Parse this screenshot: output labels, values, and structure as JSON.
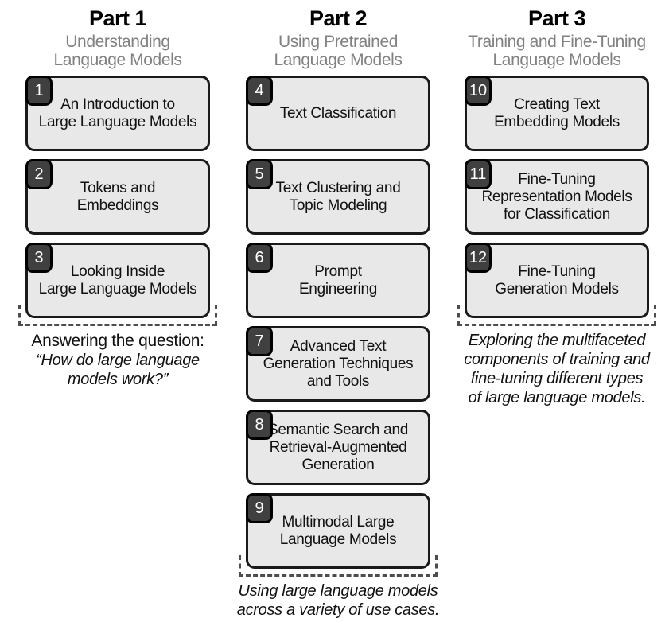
{
  "colors": {
    "background": "#ffffff",
    "box_fill": "#e8e8e8",
    "box_border": "#1a1a1a",
    "badge_fill": "#404040",
    "badge_text": "#ffffff",
    "subtitle_gray": "#818181",
    "bracket_dash": "#4d4d4d",
    "text": "#111111"
  },
  "parts": [
    {
      "title": "Part 1",
      "subtitle": "Understanding\nLanguage Models",
      "chapters": [
        {
          "number": "1",
          "title": "An Introduction to\nLarge Language Models"
        },
        {
          "number": "2",
          "title": "Tokens and\nEmbeddings"
        },
        {
          "number": "3",
          "title": "Looking Inside\nLarge Language Models"
        }
      ],
      "note_lead": "Answering the question:",
      "note": "“How do large language\nmodels work?”"
    },
    {
      "title": "Part 2",
      "subtitle": "Using Pretrained\nLanguage Models",
      "chapters": [
        {
          "number": "4",
          "title": "Text Classification"
        },
        {
          "number": "5",
          "title": "Text Clustering and\nTopic Modeling"
        },
        {
          "number": "6",
          "title": "Prompt\nEngineering"
        },
        {
          "number": "7",
          "title": "Advanced Text\nGeneration Techniques\nand Tools"
        },
        {
          "number": "8",
          "title": "Semantic Search and\nRetrieval-Augmented\nGeneration"
        },
        {
          "number": "9",
          "title": "Multimodal Large\nLanguage Models"
        }
      ],
      "note_lead": "",
      "note": "Using large language models\nacross a variety of use cases."
    },
    {
      "title": "Part 3",
      "subtitle": "Training and Fine-Tuning\nLanguage Models",
      "chapters": [
        {
          "number": "10",
          "title": "Creating Text\nEmbedding Models"
        },
        {
          "number": "11",
          "title": "Fine-Tuning\nRepresentation Models\nfor Classification"
        },
        {
          "number": "12",
          "title": "Fine-Tuning\nGeneration Models"
        }
      ],
      "note_lead": "",
      "note": "Exploring the multifaceted\ncomponents of training and\nfine-tuning different types\nof large language models."
    }
  ]
}
